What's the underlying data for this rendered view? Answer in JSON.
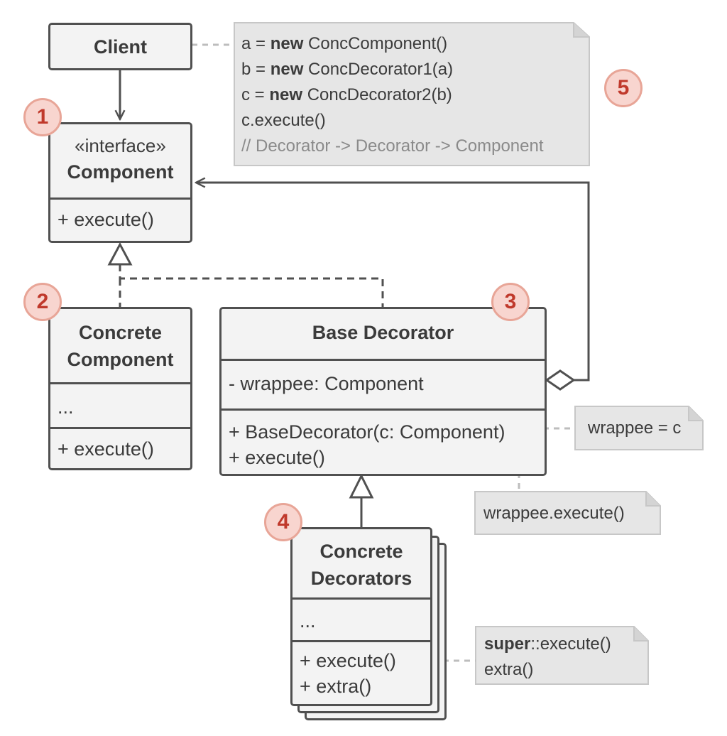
{
  "client": {
    "title": "Client"
  },
  "component": {
    "stereotype": "«interface»",
    "title": "Component",
    "methods": [
      "+ execute()"
    ]
  },
  "concrete_component": {
    "title_lines": [
      "Concrete",
      "Component"
    ],
    "fields": [
      "..."
    ],
    "methods": [
      "+ execute()"
    ]
  },
  "base_decorator": {
    "title": "Base Decorator",
    "fields": [
      "- wrappee: Component"
    ],
    "methods": [
      "+ BaseDecorator(c: Component)",
      "+ execute()"
    ]
  },
  "concrete_decorators": {
    "title_lines": [
      "Concrete",
      "Decorators"
    ],
    "fields": [
      "..."
    ],
    "methods": [
      "+ execute()",
      "+ extra()"
    ]
  },
  "client_note": {
    "lines": [
      {
        "prefix": "a = ",
        "keyword": "new",
        "rest": " ConcComponent()"
      },
      {
        "prefix": "b = ",
        "keyword": "new",
        "rest": " ConcDecorator1(a)"
      },
      {
        "prefix": "c = ",
        "keyword": "new",
        "rest": " ConcDecorator2(b)"
      },
      {
        "prefix": "",
        "keyword": "",
        "rest": "c.execute()"
      }
    ],
    "comment": "// Decorator -> Decorator -> Component"
  },
  "constructor_note": {
    "text": "wrappee = c"
  },
  "execute_note": {
    "text": "wrappee.execute()"
  },
  "decorator_note": {
    "keyword": "super",
    "line1_rest": "::execute()",
    "line2": "extra()"
  },
  "badges": [
    "1",
    "2",
    "3",
    "4",
    "5"
  ],
  "colors": {
    "box_fill": "#f3f3f3",
    "box_border": "#505050",
    "note_fill": "#e6e6e6",
    "badge_fill": "#f8d5cf",
    "badge_text": "#c0392b"
  }
}
